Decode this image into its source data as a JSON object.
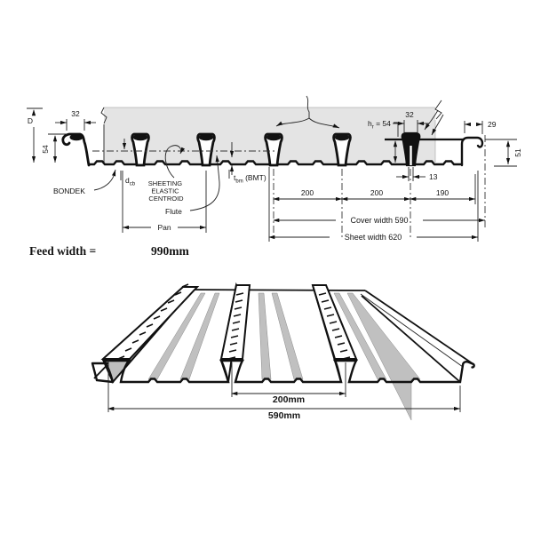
{
  "colors": {
    "slab_fill": "#e4e4e4",
    "line": "#1c1c1c",
    "rib_shade": "#bfbfbf",
    "pan_stripe": "#c0c0c0"
  },
  "section_view": {
    "depth_label": "D",
    "left_rib_width": "32",
    "left_rib_height": "54",
    "brand_label": "BONDEK",
    "centroid_offset": {
      "base": "d",
      "sub": "cb"
    },
    "centroid_label_lines": [
      "SHEETING",
      "ELASTIC",
      "CENTROID"
    ],
    "flute_label": "Flute",
    "pan_label": "Pan",
    "thickness": {
      "base": "t",
      "sub": "bm",
      "suffix": " (BMT)"
    },
    "rib_height": {
      "base": "h",
      "sub": "r",
      "suffix": " = 54"
    },
    "rib_top_width": "32",
    "edge_hook_width": "29",
    "edge_height": "51",
    "lap_gap": "13",
    "pitch_a": "200",
    "pitch_b": "200",
    "edge_pitch": "190",
    "cover_width": "Cover width 590",
    "sheet_width": "Sheet width 620"
  },
  "feed_width": {
    "label": "Feed width =",
    "value": "990mm"
  },
  "iso_view": {
    "pitch": "200mm",
    "cover": "590mm"
  }
}
